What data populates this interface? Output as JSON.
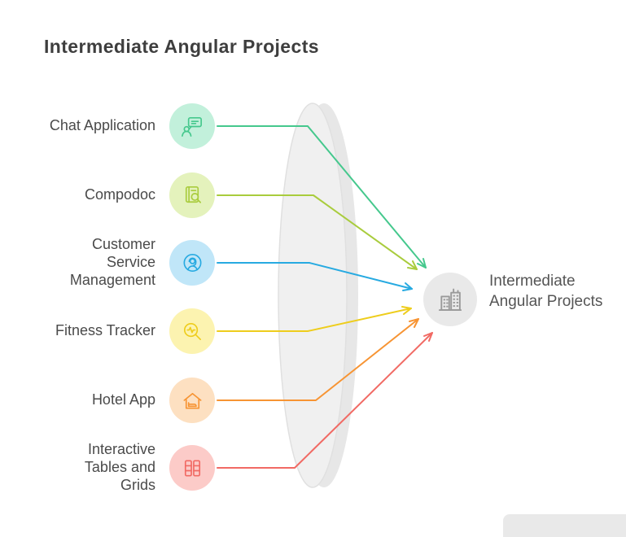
{
  "title": "Intermediate Angular Projects",
  "items": [
    {
      "label": "Chat Application",
      "color": "#45c88d",
      "bg": "#c2f0db",
      "icon": "chat-user-icon"
    },
    {
      "label": "Compodoc",
      "color": "#a9cc3d",
      "bg": "#e4f2bc",
      "icon": "document-search-icon"
    },
    {
      "label": "Customer Service Management",
      "color": "#27aae1",
      "bg": "#c0e6f8",
      "icon": "headset-agent-icon"
    },
    {
      "label": "Fitness Tracker",
      "color": "#eecd1c",
      "bg": "#fcf3b0",
      "icon": "magnifier-pulse-icon"
    },
    {
      "label": "Hotel App",
      "color": "#f79433",
      "bg": "#fde0c1",
      "icon": "hotel-bed-icon"
    },
    {
      "label": "Interactive Tables and Grids",
      "color": "#f16a64",
      "bg": "#fccbc8",
      "icon": "table-grid-icon"
    }
  ],
  "target": {
    "label": "Intermediate Angular Projects",
    "bg": "#e9e9e9",
    "icon_color": "#9a9a9a",
    "icon": "buildings-icon"
  },
  "colors": {
    "disc_back": "#e7e7e7",
    "disc_front": "#f0f0f0",
    "watermark": "#e9e9e9"
  }
}
